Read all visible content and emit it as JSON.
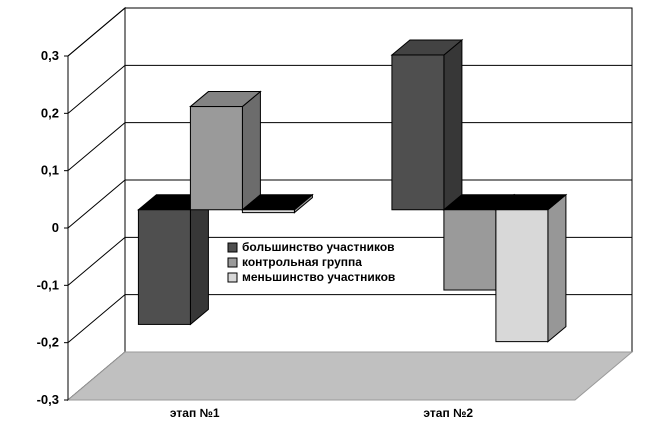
{
  "chart_data": {
    "type": "bar",
    "style": "3d-clustered-column",
    "categories": [
      "этап №1",
      "этап №2"
    ],
    "series": [
      {
        "name": "большинство участников",
        "values": [
          -0.2,
          0.27
        ],
        "color": "#4f4f4f"
      },
      {
        "name": "контрольная группа",
        "values": [
          0.18,
          -0.14
        ],
        "color": "#9a9a9a"
      },
      {
        "name": "меньшинство участников",
        "values": [
          -0.005,
          -0.23
        ],
        "color": "#d8d8d8"
      }
    ],
    "y_ticks": [
      "0,3",
      "0,2",
      "0,1",
      "0",
      "-0,1",
      "-0,2",
      "-0,3"
    ],
    "ylim": [
      -0.3,
      0.3
    ],
    "grid": true,
    "legend_position": "center",
    "floor_color": "#c0c0c0",
    "title": "",
    "xlabel": "",
    "ylabel": ""
  }
}
